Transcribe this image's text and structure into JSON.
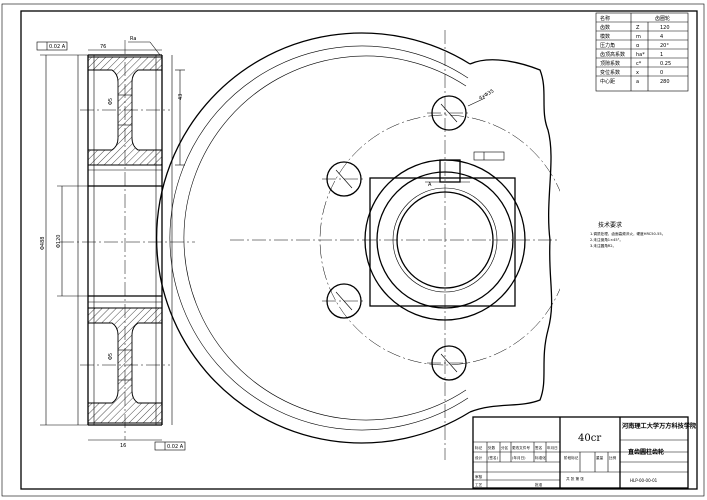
{
  "parameter_table": {
    "header": [
      "名称",
      "",
      "",
      "齿圈轮"
    ],
    "rows": [
      [
        "齿数",
        "Z",
        "120"
      ],
      [
        "模数",
        "m",
        "4"
      ],
      [
        "压力角",
        "α",
        "20°"
      ],
      [
        "齿顶高系数",
        "ha*",
        "1"
      ],
      [
        "顶隙系数",
        "c*",
        "0.25"
      ],
      [
        "变位系数",
        "x",
        "0"
      ],
      [
        "中心距",
        "a",
        "280"
      ]
    ]
  },
  "technical_requirements": {
    "title": "技术要求",
    "lines": [
      "1.调质处理，齿面高频淬火，硬度HRC50-55。",
      "2.未注倒角1×45°。",
      "3.未注圆角R2。"
    ]
  },
  "title_block": {
    "material": "40cr",
    "school": "河南理工大学万方科技学院",
    "part_name": "直齿圆柱齿轮",
    "drawing_no": "HLP-00-00-01",
    "cells": {
      "c1": "标记",
      "c2": "处数",
      "c3": "分区",
      "c4": "更改文件号",
      "c5": "签名",
      "c6": "年月日",
      "d1": "设计",
      "d2": "(签名)",
      "d3": "(年月日)",
      "d4": "标准化",
      "e1": "审核",
      "e2": "工艺",
      "e3": "批准",
      "f1": "阶段标记",
      "f2": "重量",
      "f3": "比例",
      "g1": "共 张 第 张"
    }
  },
  "annotations": {
    "dim_a": "Ra",
    "dim_b": "A",
    "tol_1": "0.02 A",
    "tol_2": "0.02 A"
  },
  "colors": {
    "line": "#000000",
    "paper": "#ffffff"
  }
}
